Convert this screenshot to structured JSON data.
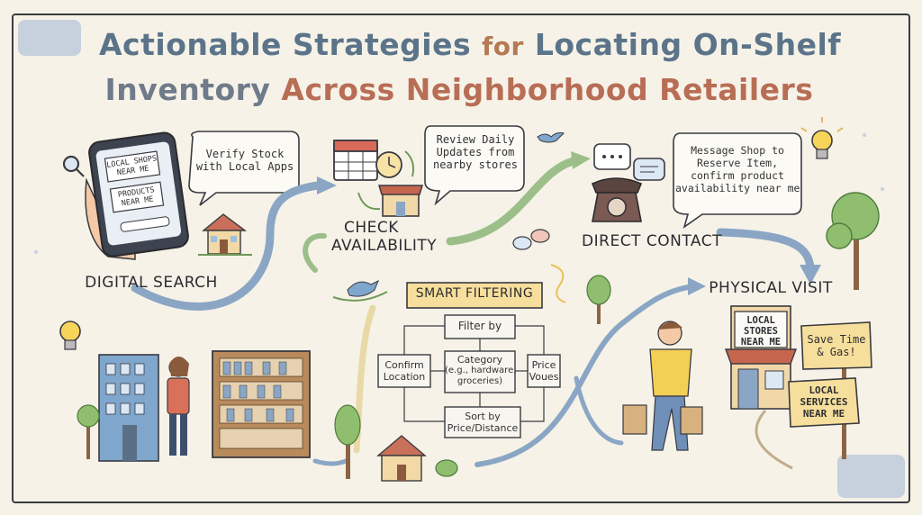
{
  "title": {
    "line1_a": "Actionable Strategies",
    "line1_b": "for",
    "line1_c": "Locating On-Shelf",
    "line2_a": "Inventory",
    "line2_b": "Across Neighborhood Retailers"
  },
  "steps": {
    "digital_search": "DIGITAL SEARCH",
    "check_availability_1": "CHECK",
    "check_availability_2": "AVAILABILITY",
    "direct_contact": "DIRECT CONTACT",
    "physical_visit": "PHYSICAL VISIT",
    "smart_filtering": "SMART FILTERING"
  },
  "bubbles": {
    "verify_stock": [
      "Verify Stock",
      "with Local Apps"
    ],
    "review_daily": [
      "Review Daily",
      "Updates from",
      "nearby stores"
    ],
    "message_shop": [
      "Message Shop to",
      "Reserve Item,",
      "confirm product",
      "availability near me"
    ]
  },
  "phone_tags": {
    "tag1": [
      "LOCAL SHOPS",
      "NEAR ME"
    ],
    "tag2": [
      "PRODUCTS",
      "NEAR ME"
    ]
  },
  "filter": {
    "filter_by": "Filter by",
    "confirm_location": [
      "Confirm",
      "Location"
    ],
    "category": [
      "Category",
      "(e.g., hardware,",
      "groceries)"
    ],
    "price_values": [
      "Price",
      "Voues"
    ],
    "sort_by": [
      "Sort by",
      "Price/Distance"
    ]
  },
  "signs": {
    "local_stores": [
      "LOCAL",
      "STORES",
      "NEAR ME"
    ],
    "save_time": [
      "Save Time",
      "& Gas!"
    ],
    "local_services": [
      "LOCAL",
      "SERVICES",
      "NEAR ME"
    ]
  },
  "colors": {
    "arrow_blue": "#8aa6c4",
    "arrow_green": "#9cbf8a",
    "tag_fill": "#f6df9c",
    "paper": "#f6f2e8",
    "ink": "#3a3a40"
  },
  "icons": [
    "magnifier-icon",
    "lightbulb-icon",
    "bird-icon",
    "calendar-icon",
    "clock-icon",
    "phone-icon",
    "chat-icon",
    "house-icon",
    "tree-icon",
    "store-icon"
  ]
}
